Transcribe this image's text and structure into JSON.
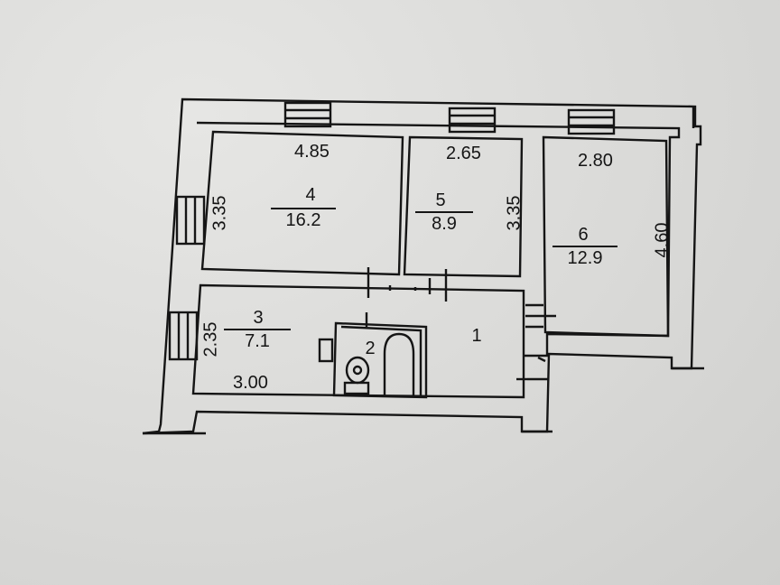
{
  "watermark": "",
  "rooms": [
    {
      "id": "4",
      "area": "16.2",
      "width": "4.85",
      "height": "3.35"
    },
    {
      "id": "5",
      "area": "8.9",
      "width": "2.65",
      "height": "3.35"
    },
    {
      "id": "6",
      "area": "12.9",
      "width": "2.80",
      "height": "4.60"
    },
    {
      "id": "3",
      "area": "7.1",
      "width": "3.00",
      "height": "2.35"
    },
    {
      "id": "2"
    },
    {
      "id": "1"
    }
  ],
  "colors": {
    "ink": "#151515",
    "paper": "#dcdcda"
  }
}
